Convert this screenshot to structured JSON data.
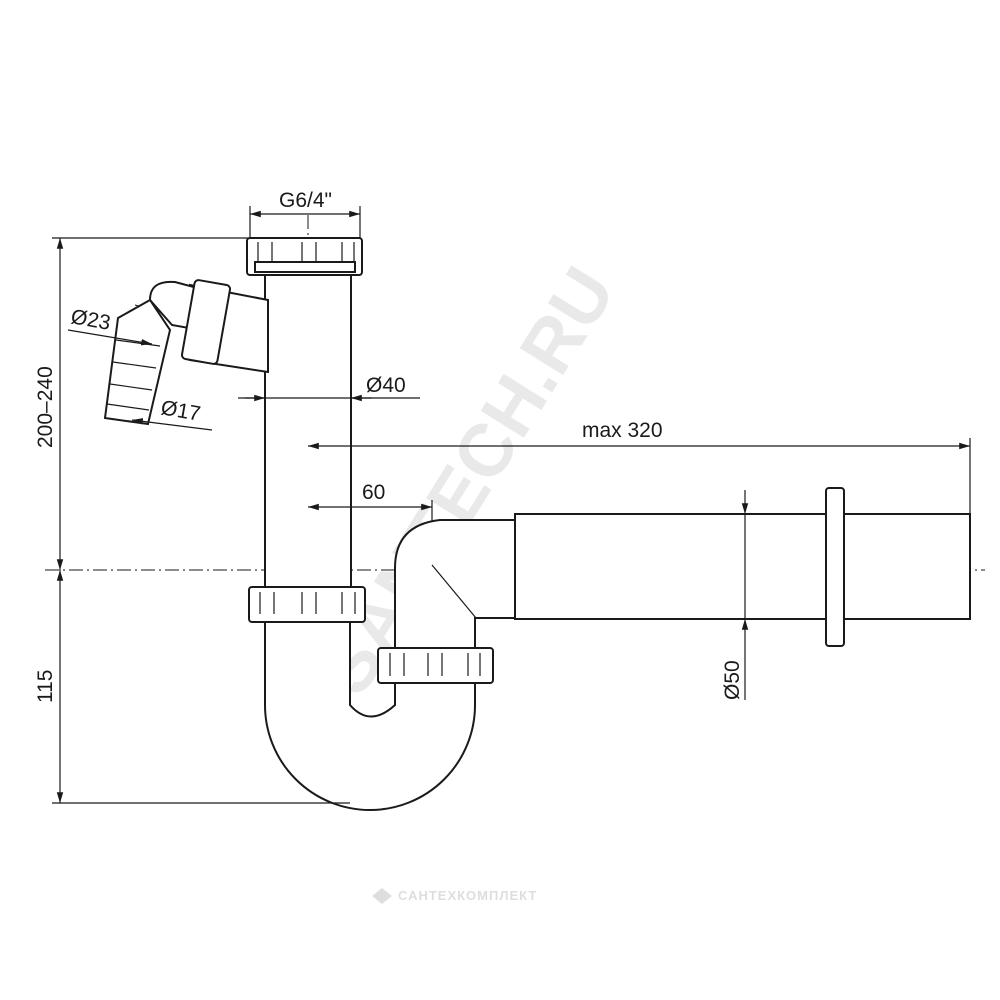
{
  "dimensions": {
    "thread": "G6/4\"",
    "diameter_hose_outer": "Ø23",
    "diameter_hose_inner": "Ø17",
    "diameter_pipe": "Ø40",
    "max_length": "max 320",
    "offset": "60",
    "height_range": "200–240",
    "height_lower": "115",
    "diameter_outlet": "Ø50"
  },
  "watermark": {
    "main": "SANTECH.RU",
    "footer": "САНТЕХКОМПЛЕКТ"
  },
  "colors": {
    "line": "#1a1a1a",
    "watermark": "#e9e9e9"
  }
}
